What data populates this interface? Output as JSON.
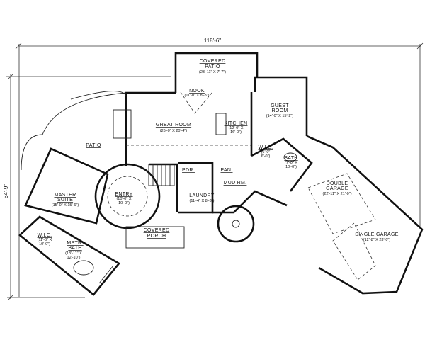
{
  "dimensions": {
    "width": "118'-6\"",
    "depth": "64'-9\""
  },
  "rooms": {
    "covered_patio": {
      "name1": "COVERED",
      "name2": "PATIO",
      "size": "(23'-11\" X 7'-7\")"
    },
    "nook": {
      "name": "NOOK",
      "size": "(11'-0\" X 8'-8\")"
    },
    "great_room": {
      "name": "GREAT ROOM",
      "size": "(26'-0\" X 20'-4\")"
    },
    "kitchen": {
      "name": "KITCHEN",
      "size1": "(12'-0\" X",
      "size2": "16'-0\")"
    },
    "guest_room": {
      "name1": "GUEST",
      "name2": "ROOM",
      "size": "(14'-0\" X 15'-2\")"
    },
    "patio": {
      "name": "PATIO"
    },
    "wic_guest": {
      "name": "W.I.C.",
      "size1": "(6'-0\"",
      "size2": "6'-0\")"
    },
    "bath": {
      "name": "BATH",
      "size1": "(7'-0\" X",
      "size2": "10'-0\")"
    },
    "pantry": {
      "name": "PAN."
    },
    "powder": {
      "name": "PDR."
    },
    "laundry": {
      "name": "LAUNDRY",
      "size": "(11'-4\" X 8'-3\")"
    },
    "mud_room": {
      "name": "MUD RM."
    },
    "entry": {
      "name": "ENTRY",
      "size1": "(10'-0\" X",
      "size2": "10'-0\")"
    },
    "master_suite": {
      "name1": "MASTER",
      "name2": "SUITE",
      "size": "(15'-0\" X 15'-6\")"
    },
    "wic_master": {
      "name": "W.I.C.",
      "size1": "(11'-0\" X",
      "size2": "10'-0\")"
    },
    "master_bath": {
      "name1": "MSTR.",
      "name2": "BATH",
      "size1": "(13'-11\" X",
      "size2": "12'-10\")"
    },
    "covered_porch": {
      "name1": "COVERED",
      "name2": "PORCH"
    },
    "double_garage": {
      "name1": "DOUBLE",
      "name2": "GARAGE",
      "size": "(22'-11\" X 21'-0\")"
    },
    "single_garage": {
      "name": "SINGLE GARAGE",
      "size": "(12'-8\" X 23'-0\")"
    }
  }
}
